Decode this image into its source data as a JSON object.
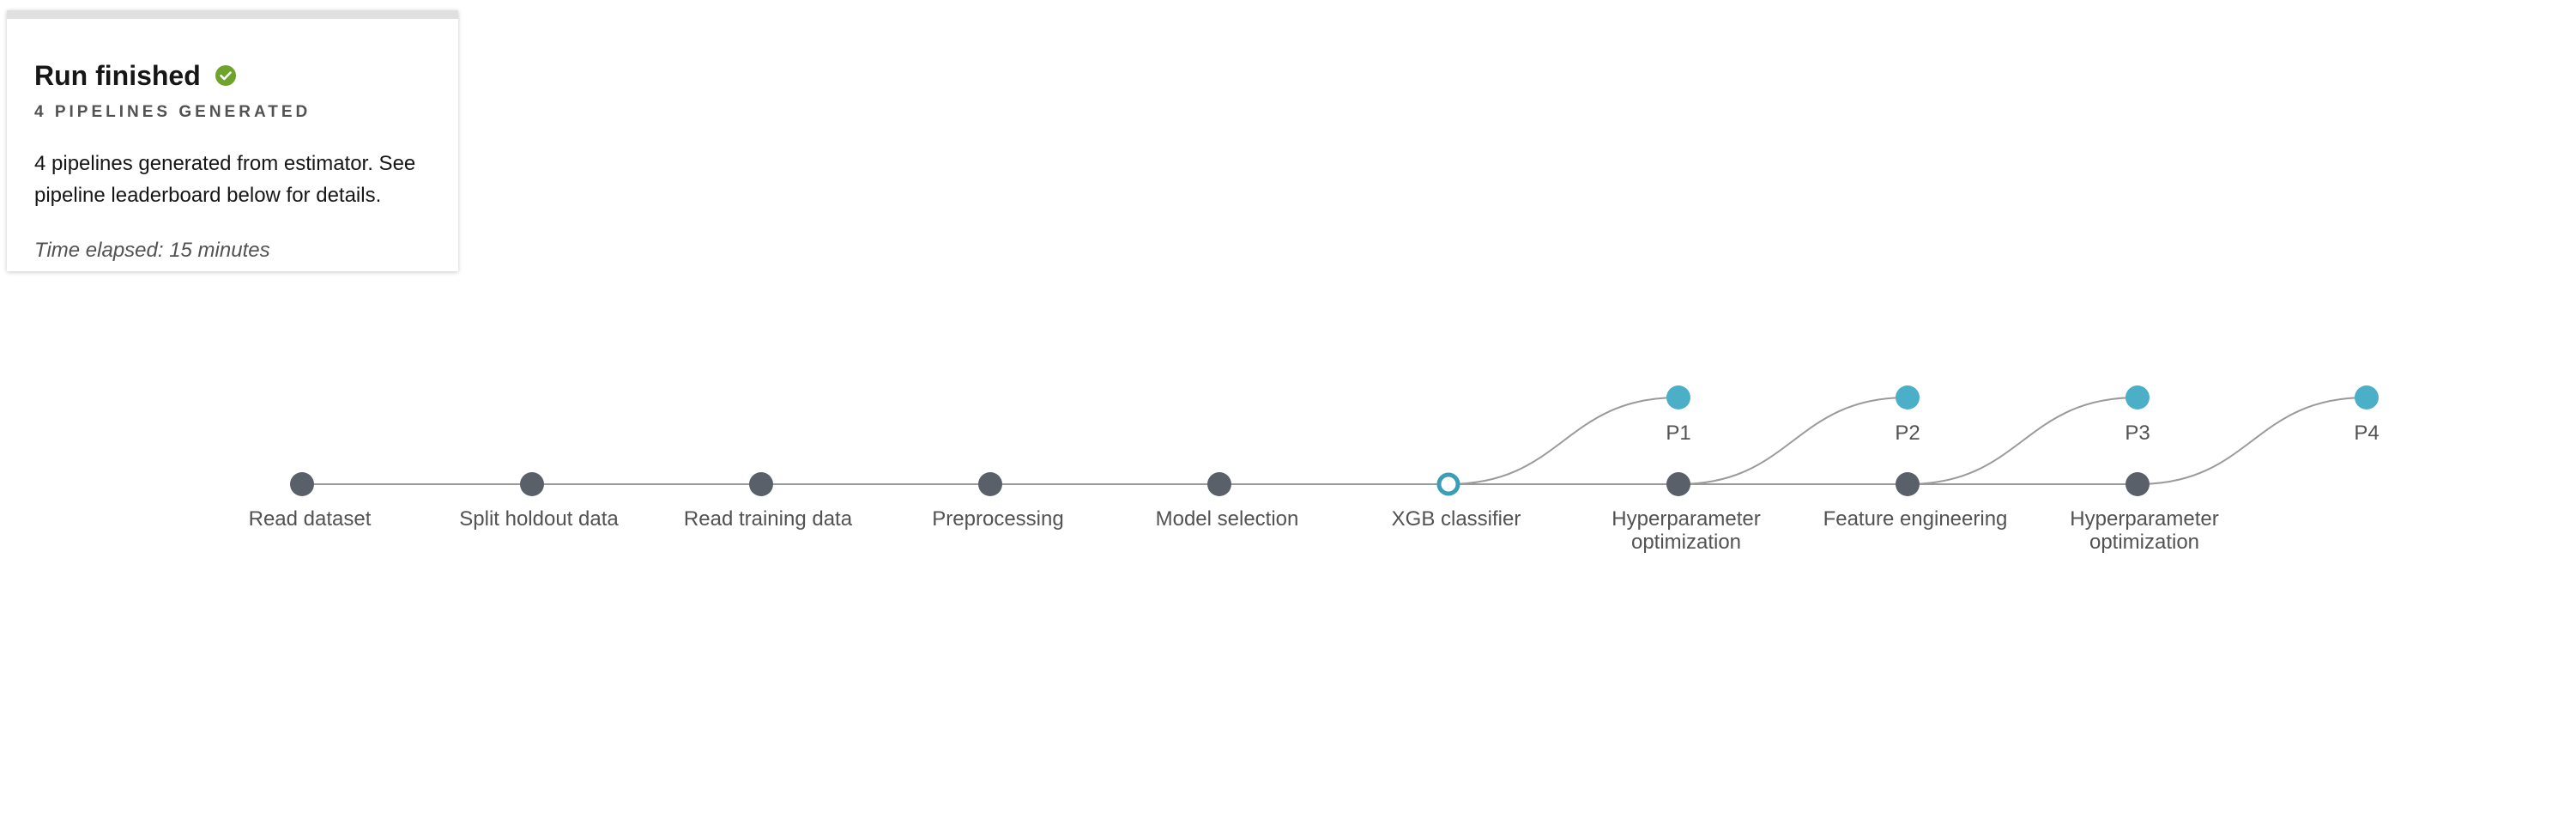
{
  "status_card": {
    "title": "Run finished",
    "subtitle": "4 PIPELINES GENERATED",
    "description": "4 pipelines generated from estimator. See pipeline leaderboard below for details.",
    "time_elapsed": "Time elapsed: 15 minutes",
    "status_icon": "check-circle-icon",
    "status_color": "#6ea42b"
  },
  "colors": {
    "step_node": "#5a6069",
    "pipeline_node": "#4bafc8",
    "estimator_ring": "#3a9eb6",
    "connector": "#9a9a9a"
  },
  "steps": [
    {
      "id": "read-dataset",
      "label_lines": [
        "Read dataset"
      ]
    },
    {
      "id": "split-holdout-data",
      "label_lines": [
        "Split holdout data"
      ]
    },
    {
      "id": "read-training-data",
      "label_lines": [
        "Read training data"
      ]
    },
    {
      "id": "preprocessing",
      "label_lines": [
        "Preprocessing"
      ]
    },
    {
      "id": "model-selection",
      "label_lines": [
        "Model selection"
      ]
    },
    {
      "id": "xgb-classifier",
      "label_lines": [
        "XGB classifier"
      ],
      "estimator": true
    },
    {
      "id": "hyperparameter-optimization-1",
      "label_lines": [
        "Hyperparameter",
        "optimization"
      ]
    },
    {
      "id": "feature-engineering",
      "label_lines": [
        "Feature engineering"
      ]
    },
    {
      "id": "hyperparameter-optimization-2",
      "label_lines": [
        "Hyperparameter",
        "optimization"
      ]
    }
  ],
  "pipelines": [
    {
      "label": "P1"
    },
    {
      "label": "P2"
    },
    {
      "label": "P3"
    },
    {
      "label": "P4"
    }
  ]
}
